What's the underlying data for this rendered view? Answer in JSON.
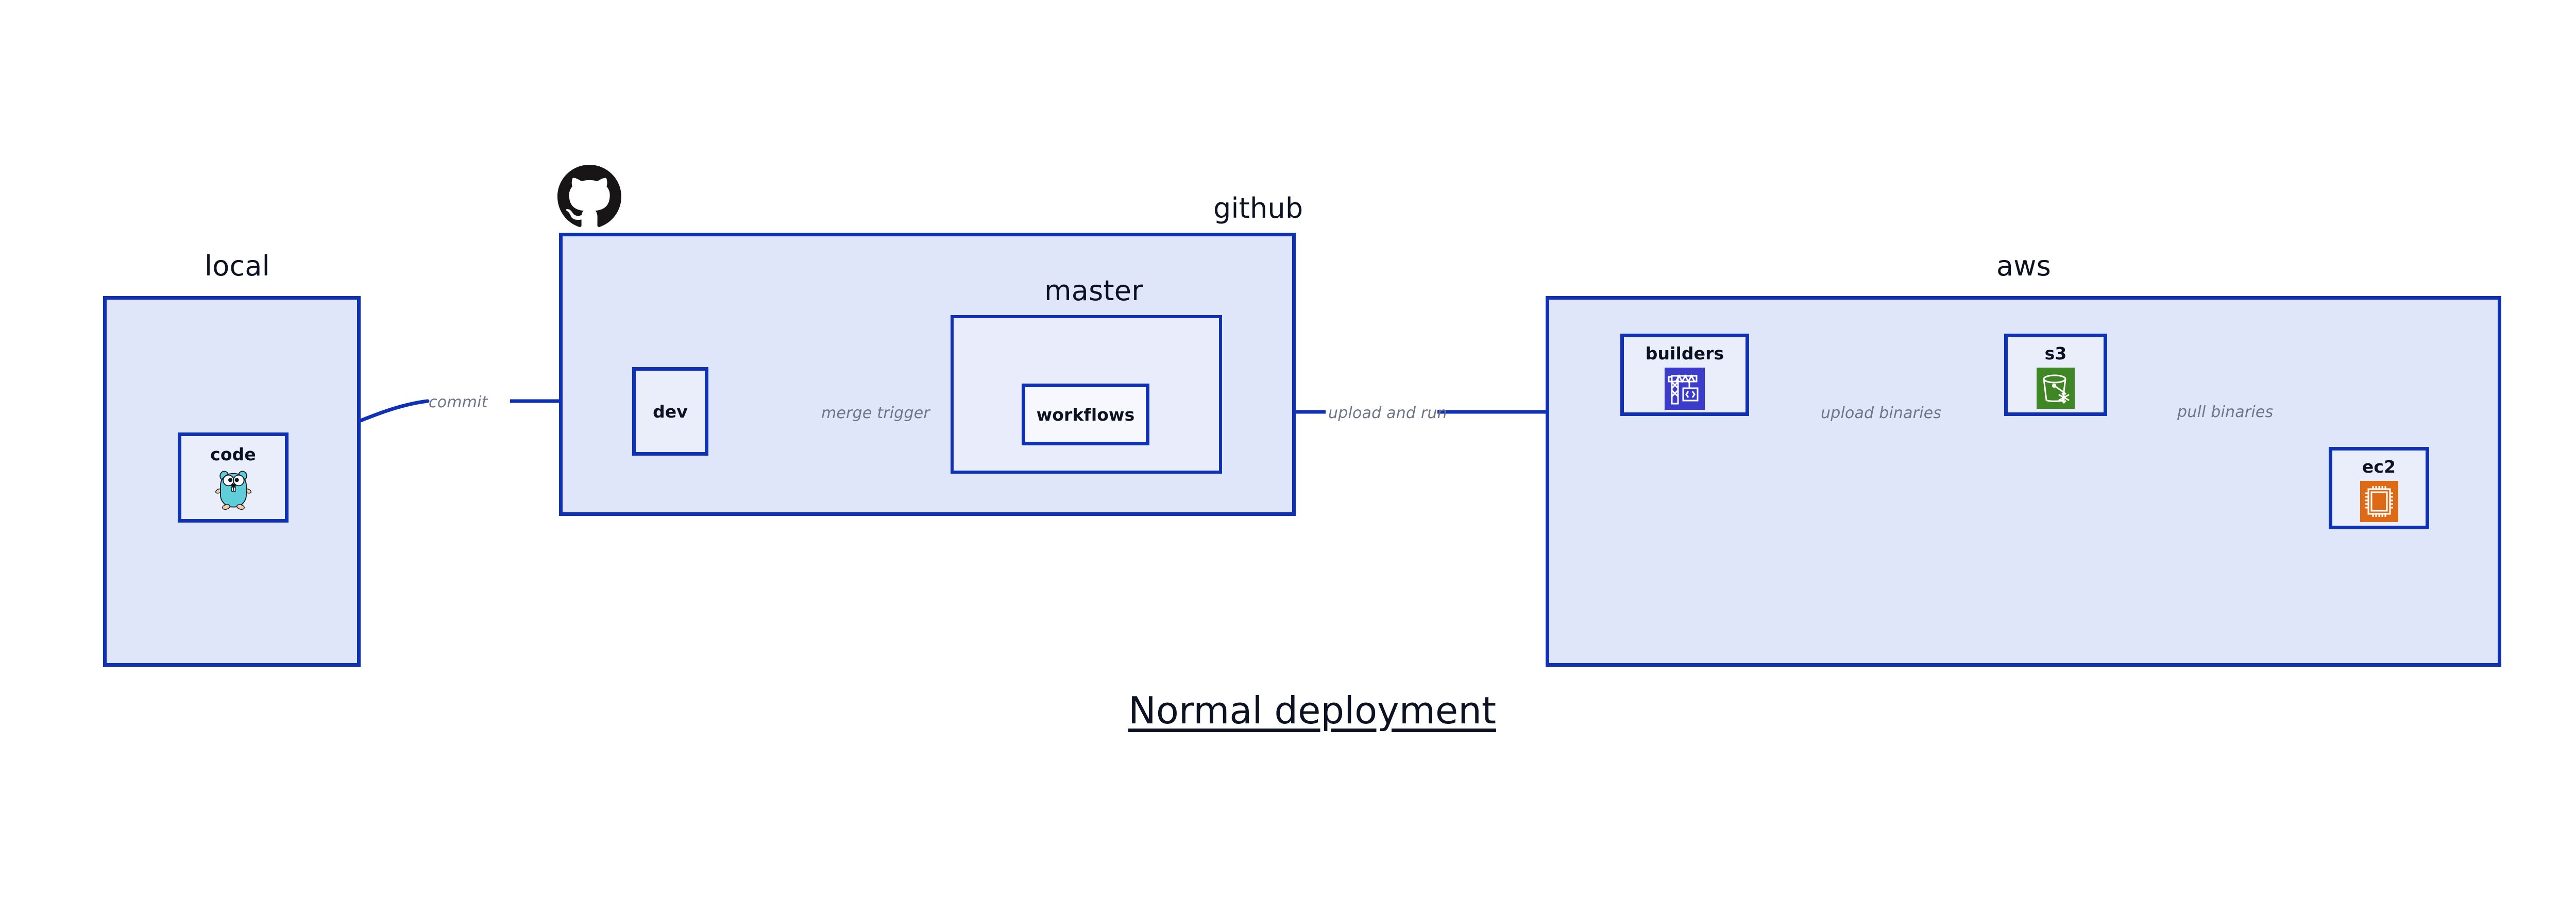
{
  "title": {
    "text": "Normal deployment"
  },
  "groups": {
    "local": {
      "label": "local"
    },
    "github": {
      "label": "github"
    },
    "master": {
      "label": "master"
    },
    "aws": {
      "label": "aws"
    }
  },
  "nodes": {
    "code": {
      "label": "code",
      "icon": "go-gopher-icon"
    },
    "dev": {
      "label": "dev"
    },
    "workflows": {
      "label": "workflows"
    },
    "builders": {
      "label": "builders",
      "icon": "aws-codebuild-icon",
      "icon_color": "#3c3ccb"
    },
    "s3": {
      "label": "s3",
      "icon": "aws-s3-glacier-icon",
      "icon_color": "#3f8624"
    },
    "ec2": {
      "label": "ec2",
      "icon": "aws-ec2-icon",
      "icon_color": "#dd6a16"
    }
  },
  "edges": [
    {
      "id": "commit",
      "label": "commit",
      "from": "code",
      "to": "dev"
    },
    {
      "id": "merge-trigger",
      "label": "merge trigger",
      "from": "dev",
      "to": "workflows"
    },
    {
      "id": "upload-and-run",
      "label": "upload and run",
      "from": "workflows",
      "to": "builders"
    },
    {
      "id": "upload-binaries",
      "label": "upload binaries",
      "from": "builders",
      "to": "s3"
    },
    {
      "id": "pull-binaries",
      "label": "pull binaries",
      "from": "s3",
      "to": "ec2"
    }
  ],
  "colors": {
    "stroke": "#0f31b5",
    "group_fill": "#e0e6fa",
    "inner_fill": "#e9edfb",
    "node_fill": "#eaeefb",
    "node_fill_white": "#f6f8fe",
    "edge_label": "#6e7588",
    "text": "#0d1222",
    "github_logo": "#171515"
  }
}
